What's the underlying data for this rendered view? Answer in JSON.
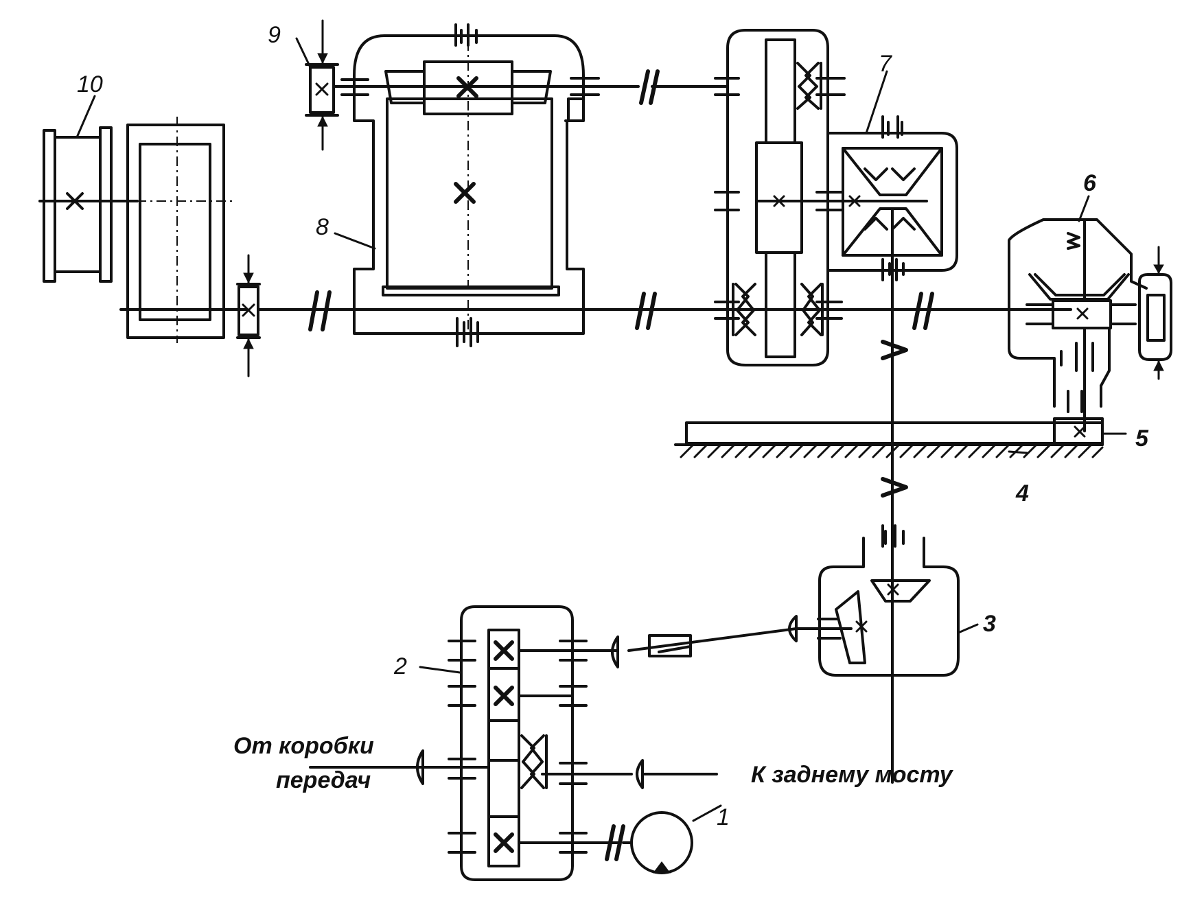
{
  "labels": {
    "n1": "1",
    "n2": "2",
    "n3": "3",
    "n4": "4",
    "n5": "5",
    "n6": "6",
    "n7": "7",
    "n8": "8",
    "n9": "9",
    "n10": "10"
  },
  "captions": {
    "from_gearbox_line1": "От коробки",
    "from_gearbox_line2": "передач",
    "to_rear_axle": "К заднему мосту"
  }
}
